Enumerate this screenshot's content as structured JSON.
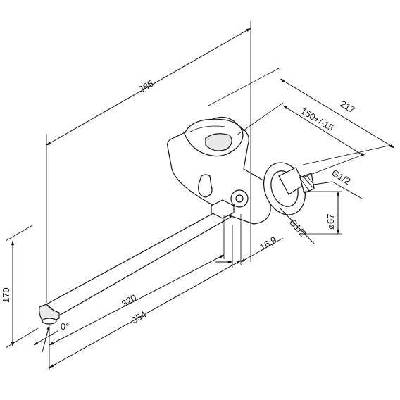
{
  "drawing": {
    "dimensions": {
      "d385": "385",
      "d217": "217",
      "d150": "150+/-15",
      "dG12_top": "G1/2",
      "d67": "ø67",
      "d169": "16,9",
      "dG12_bottom": "G1/2",
      "d170": "170",
      "d320": "320",
      "d354": "354",
      "d0deg": "0°"
    }
  }
}
